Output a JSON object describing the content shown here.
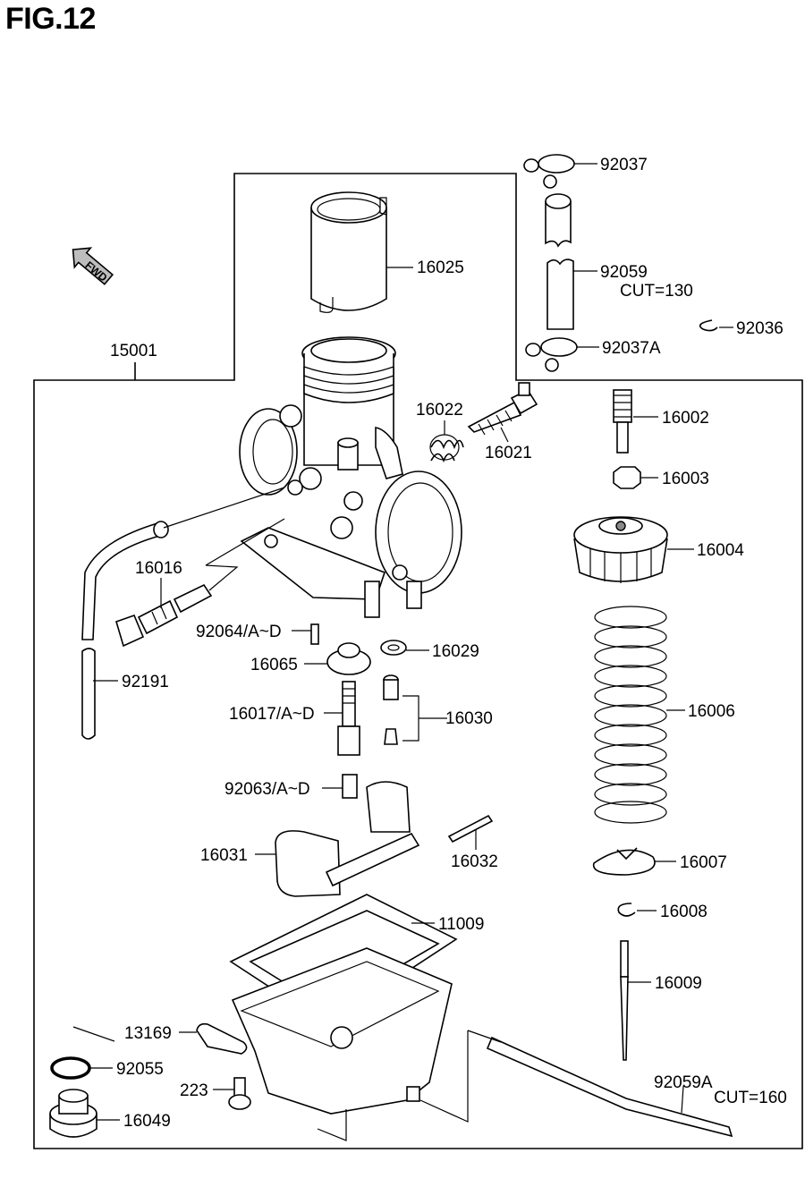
{
  "figure": {
    "title": "FIG.12"
  },
  "direction_marker": {
    "label": "FWD"
  },
  "parts": [
    {
      "id": "p15001",
      "number": "15001"
    },
    {
      "id": "p16025",
      "number": "16025"
    },
    {
      "id": "p92037",
      "number": "92037"
    },
    {
      "id": "p92059",
      "number": "92059",
      "note": "CUT=130"
    },
    {
      "id": "p92036",
      "number": "92036"
    },
    {
      "id": "p92037A",
      "number": "92037A"
    },
    {
      "id": "p16022",
      "number": "16022"
    },
    {
      "id": "p16021",
      "number": "16021"
    },
    {
      "id": "p16002",
      "number": "16002"
    },
    {
      "id": "p16003",
      "number": "16003"
    },
    {
      "id": "p16004",
      "number": "16004"
    },
    {
      "id": "p16016",
      "number": "16016"
    },
    {
      "id": "p92064",
      "number": "92064/A~D"
    },
    {
      "id": "p16029",
      "number": "16029"
    },
    {
      "id": "p16065",
      "number": "16065"
    },
    {
      "id": "p92191",
      "number": "92191"
    },
    {
      "id": "p16006",
      "number": "16006"
    },
    {
      "id": "p16017",
      "number": "16017/A~D"
    },
    {
      "id": "p16030",
      "number": "16030"
    },
    {
      "id": "p92063",
      "number": "92063/A~D"
    },
    {
      "id": "p16031",
      "number": "16031"
    },
    {
      "id": "p16032",
      "number": "16032"
    },
    {
      "id": "p16007",
      "number": "16007"
    },
    {
      "id": "p11009",
      "number": "11009"
    },
    {
      "id": "p16008",
      "number": "16008"
    },
    {
      "id": "p16009",
      "number": "16009"
    },
    {
      "id": "p13169",
      "number": "13169"
    },
    {
      "id": "p92055",
      "number": "92055"
    },
    {
      "id": "p92059A",
      "number": "92059A",
      "note": "CUT=160"
    },
    {
      "id": "p223",
      "number": "223"
    },
    {
      "id": "p16049",
      "number": "16049"
    }
  ]
}
